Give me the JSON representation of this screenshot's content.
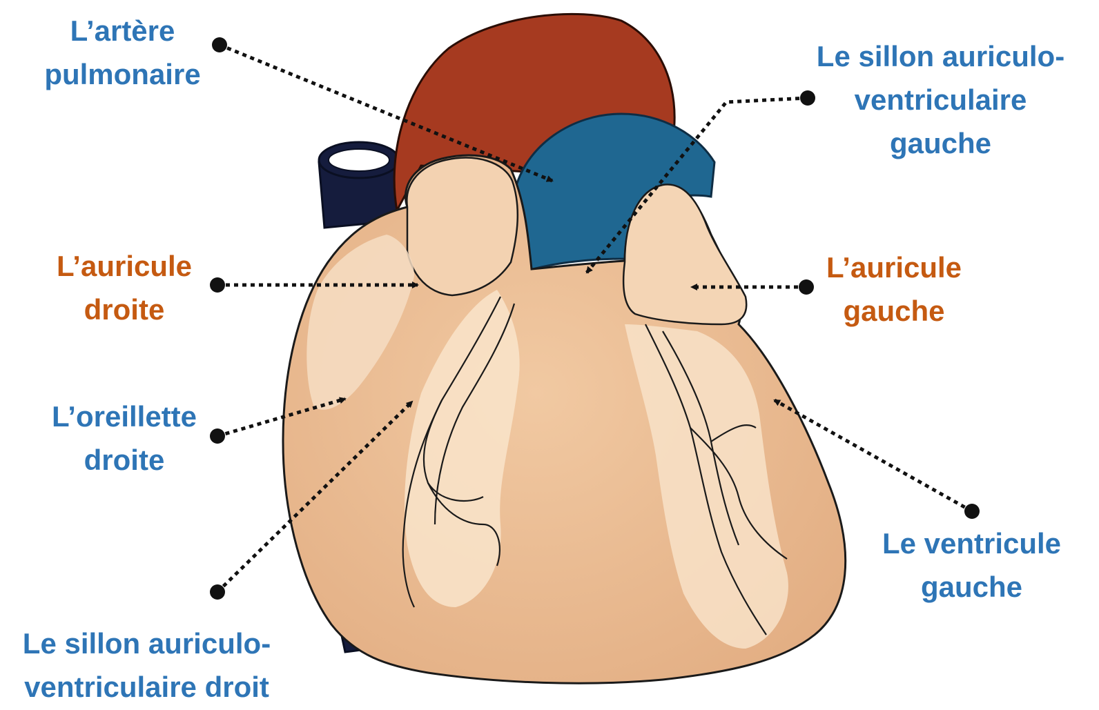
{
  "colors": {
    "blue_label": "#2e75b6",
    "orange_label": "#c55a11",
    "pulmonary_artery": "#a63a20",
    "aorta_blue": "#1f6791",
    "vena_cava": "#151c3d",
    "heart_flesh": "#edbf97",
    "heart_highlight": "#f8e2c8",
    "outline": "#1a1a1a",
    "pointer": "#111111"
  },
  "labels": {
    "artere_pulmonaire": {
      "lines": [
        "L’artère",
        "pulmonaire"
      ],
      "color": "blue"
    },
    "sillon_av_gauche": {
      "lines": [
        "Le sillon auriculo-",
        "ventriculaire",
        "gauche"
      ],
      "color": "blue"
    },
    "auricule_droite": {
      "lines": [
        "L’auricule",
        "droite"
      ],
      "color": "orange"
    },
    "auricule_gauche": {
      "lines": [
        "L’auricule",
        "gauche"
      ],
      "color": "orange"
    },
    "oreillette_droite": {
      "lines": [
        "L’oreillette",
        "droite"
      ],
      "color": "blue"
    },
    "ventricule_gauche": {
      "lines": [
        "Le ventricule",
        "gauche"
      ],
      "color": "blue"
    },
    "sillon_av_droit": {
      "lines": [
        "Le sillon auriculo-",
        "ventriculaire droit"
      ],
      "color": "blue"
    }
  },
  "pointers": [
    {
      "from_label": "artere_pulmonaire",
      "points_to": "pulmonary-artery-region"
    },
    {
      "from_label": "sillon_av_gauche",
      "points_to": "left-av-groove"
    },
    {
      "from_label": "auricule_droite",
      "points_to": "right-auricle"
    },
    {
      "from_label": "auricule_gauche",
      "points_to": "left-auricle"
    },
    {
      "from_label": "oreillette_droite",
      "points_to": "right-atrium"
    },
    {
      "from_label": "ventricule_gauche",
      "points_to": "left-ventricle"
    },
    {
      "from_label": "sillon_av_droit",
      "points_to": "right-av-groove"
    }
  ]
}
